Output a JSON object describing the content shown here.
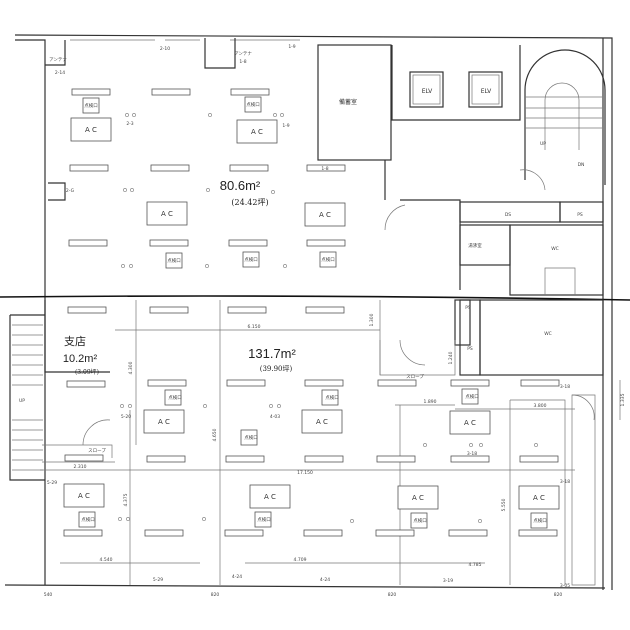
{
  "rooms": {
    "storage": "備蓄室",
    "elv1": "ELV",
    "elv2": "ELV",
    "stair_up": "UP",
    "stair_dn": "DN",
    "ds": "DS",
    "ps1": "PS",
    "ps2": "PS",
    "ps3": "PS",
    "kitchenette": "湯沸室",
    "wc1": "WC",
    "wc2": "WC",
    "left_stair_up": "UP",
    "branch": "支店"
  },
  "areas": {
    "upper_area": "80.6m²",
    "upper_tsubo": "(24.42坪)",
    "branch_area": "10.2m²",
    "branch_tsubo": "(3.09坪)",
    "lower_area": "131.7m²",
    "lower_tsubo": "(39.90坪)"
  },
  "fixtures": {
    "ac": "A C",
    "inspection": "点検口",
    "slope": "スロープ",
    "antenna": "アンテナ"
  },
  "dimensions": {
    "d6150": "6.150",
    "d1300": "1.300",
    "d1240": "1.240",
    "d4300": "4.300",
    "d4650": "4.650",
    "d17150": "17.150",
    "d2310": "2.310",
    "d1890": "1.890",
    "d3800": "3.800",
    "d4375": "4.375",
    "d5550": "5.550",
    "d4540": "4.540",
    "d4709": "4.709",
    "d4785": "4.785",
    "d1335": "1.335",
    "d540": "540",
    "d820a": "820",
    "d820b": "820",
    "d820c": "820"
  },
  "codes": {
    "c1": "2-10",
    "c2": "1-9",
    "c3": "1-8",
    "c4": "2-14",
    "c5": "2-3",
    "c6": "1-9",
    "c7": "2-G",
    "c8": "1-8",
    "c9": "5-20",
    "c10": "4-03",
    "c11": "3-18",
    "c12": "3-18",
    "c13": "5-29",
    "c14": "3-18",
    "c15": "5-29",
    "c16": "4-24",
    "c17": "3-19",
    "c18": "3-05",
    "c19": "4-24"
  }
}
